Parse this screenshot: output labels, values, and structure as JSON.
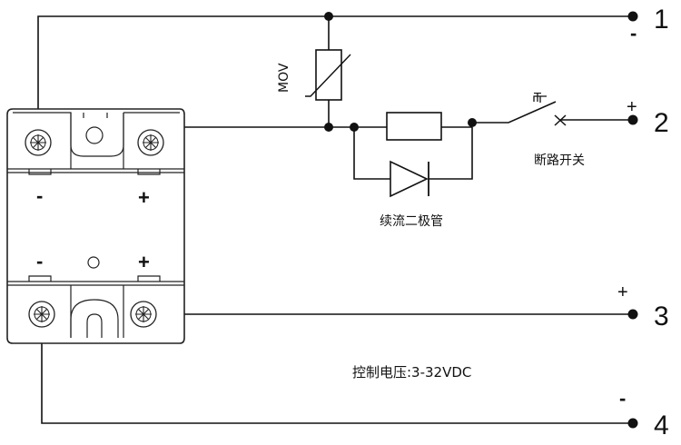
{
  "terminals": [
    {
      "number": "1",
      "polarity": "-"
    },
    {
      "number": "2",
      "polarity": "+"
    },
    {
      "number": "3",
      "polarity": "+"
    },
    {
      "number": "4",
      "polarity": "-"
    }
  ],
  "components": {
    "mov": "MOV",
    "diode": "续流二极管",
    "switch_label": "断路开关",
    "switch_mark": "T"
  },
  "relay": {
    "output_minus": "-",
    "output_plus": "+",
    "input_minus": "-",
    "input_plus": "+"
  },
  "control_voltage": "控制电压:3-32VDC"
}
